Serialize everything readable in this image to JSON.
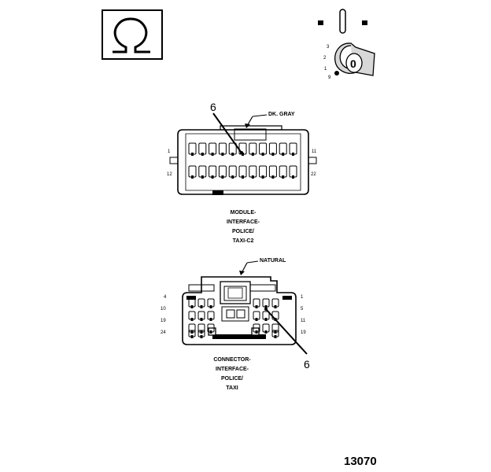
{
  "ohm_symbol": "Ω",
  "key_switch": {
    "position_labels": [
      "3",
      "2",
      "1",
      "9"
    ],
    "key_glyph": "0"
  },
  "module_connector": {
    "color_label": "DK. GRAY",
    "pin_left_top": "1",
    "pin_right_top": "11",
    "pin_left_bottom": "12",
    "pin_right_bottom": "22",
    "callout": "6",
    "caption": [
      "MODULE-",
      "INTERFACE-",
      "POLICE/",
      "TAXI-C2"
    ]
  },
  "vehicle_connector": {
    "color_label": "NATURAL",
    "pin_left": [
      "4",
      "10",
      "19",
      "24"
    ],
    "pin_right": [
      "1",
      "5",
      "11",
      "19"
    ],
    "callout": "6",
    "caption": [
      "CONNECTOR-",
      "INTERFACE-",
      "POLICE/",
      "TAXI"
    ]
  },
  "figure_number": "13070"
}
